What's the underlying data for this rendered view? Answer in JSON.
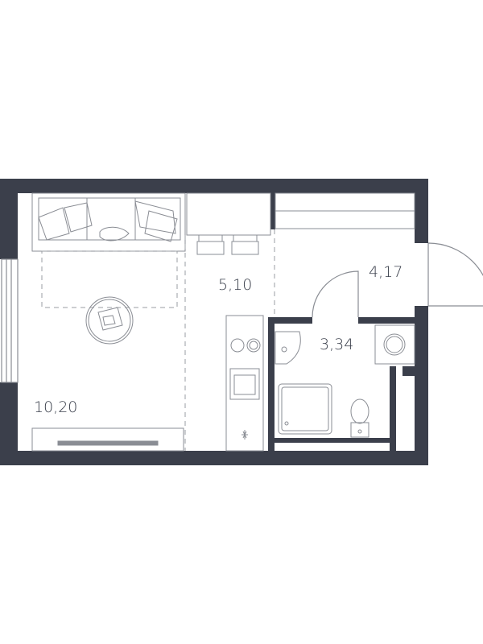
{
  "colors": {
    "wall": "#3b3f4b",
    "furniture_line": "#8a8d94",
    "dashed_line": "#9a9da3",
    "label": "#3a3f4b"
  },
  "rooms": [
    {
      "id": "living-room",
      "area_label": "10,20"
    },
    {
      "id": "kitchen",
      "area_label": "5,10"
    },
    {
      "id": "hallway",
      "area_label": "4,17"
    },
    {
      "id": "bathroom",
      "area_label": "3,34"
    }
  ]
}
